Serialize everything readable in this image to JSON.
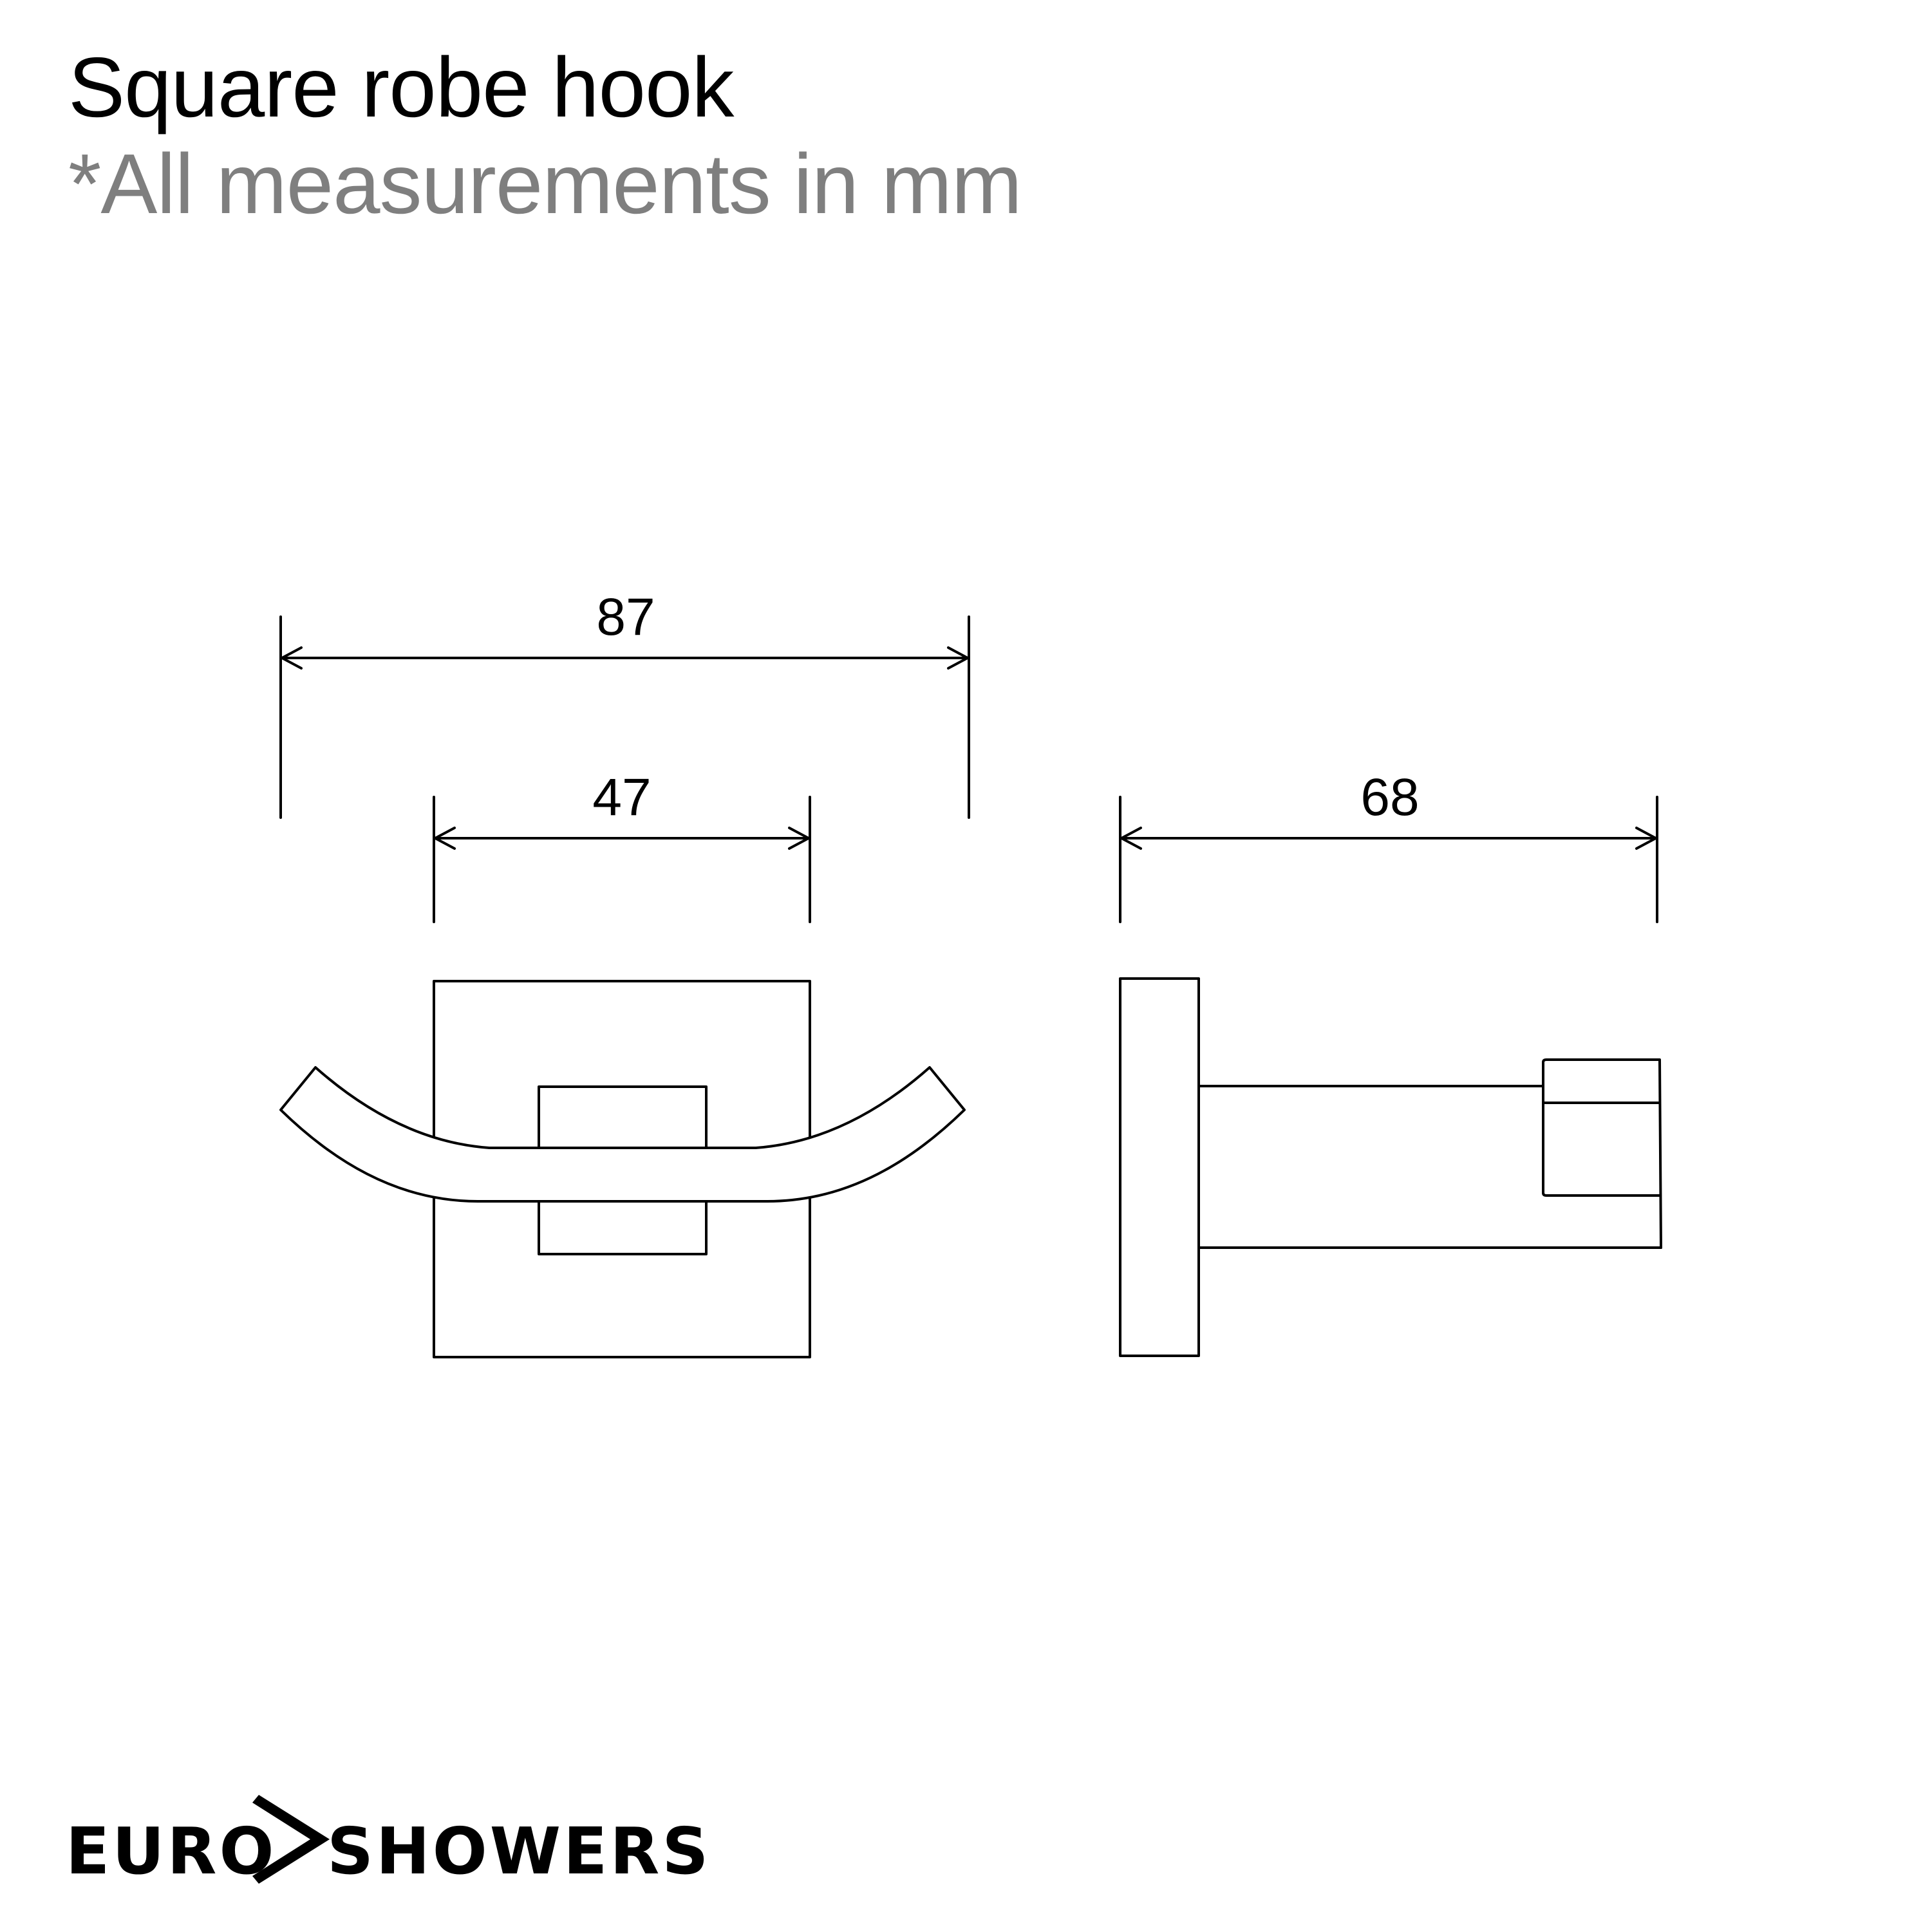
{
  "header": {
    "title": "Square robe hook",
    "subtitle": "*All measurements in mm"
  },
  "dimensions": {
    "overall_width": "87",
    "plate_width": "47",
    "projection": "68"
  },
  "logo": {
    "left_word": "EURO",
    "right_word": "SHOWERS",
    "icon": "chevron-right-icon"
  },
  "colors": {
    "line": "#000000",
    "subtitle": "#7f7f7f",
    "background": "#ffffff"
  }
}
